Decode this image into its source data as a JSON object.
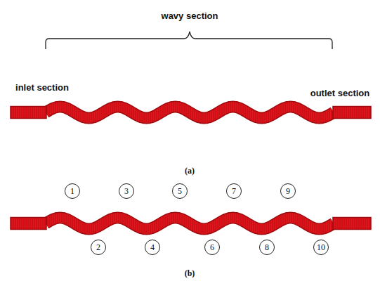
{
  "diagram": {
    "nodes": [
      {
        "text": [
          "1"
        ]
      },
      {
        "text": [
          "2"
        ]
      },
      {
        "text": [
          "3"
        ]
      },
      {
        "text": [
          "4"
        ]
      },
      {
        "text": [
          "5"
        ]
      },
      {
        "text": [
          "6"
        ]
      },
      {
        "text": [
          "7"
        ]
      },
      {
        "text": [
          "8"
        ]
      },
      {
        "text": [
          "9"
        ]
      },
      {
        "text": [
          "10"
        ]
      }
    ],
    "labels": [
      "wavy section",
      "inlet section",
      "outlet section",
      "(a)",
      "(b)"
    ]
  }
}
